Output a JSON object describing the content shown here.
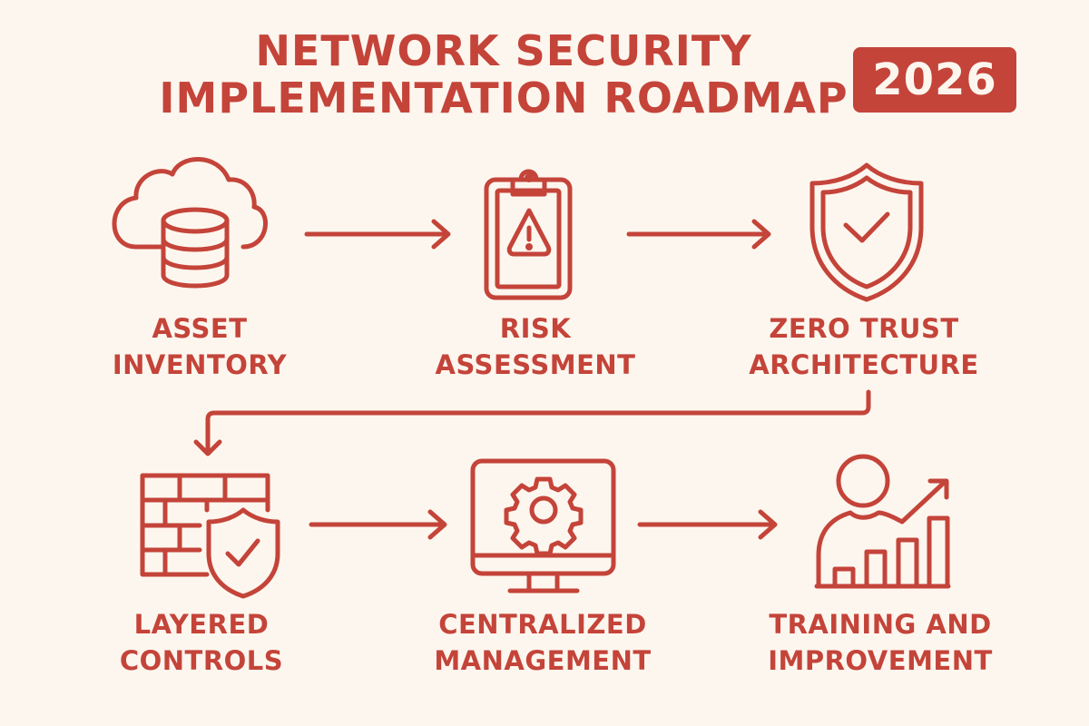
{
  "header": {
    "title_line1": "NETWORK SECURITY",
    "title_line2": "IMPLEMENTATION ROADMAP",
    "year_badge": "2026"
  },
  "colors": {
    "background": "#fdf6ee",
    "accent": "#c4443a",
    "badge_text": "#fdf6ee"
  },
  "steps": [
    {
      "icon": "cloud-database-icon",
      "line1": "ASSET",
      "line2": "INVENTORY"
    },
    {
      "icon": "clipboard-warning-icon",
      "line1": "RISK",
      "line2": "ASSESSMENT"
    },
    {
      "icon": "shield-check-icon",
      "line1": "ZERO TRUST",
      "line2": "ARCHITECTURE"
    },
    {
      "icon": "firewall-shield-icon",
      "line1": "LAYERED",
      "line2": "CONTROLS"
    },
    {
      "icon": "monitor-gear-icon",
      "line1": "CENTRALIZED",
      "line2": "MANAGEMENT"
    },
    {
      "icon": "person-growth-chart-icon",
      "line1": "TRAINING AND",
      "line2": "IMPROVEMENT"
    }
  ],
  "connectors": [
    {
      "from": "ASSET INVENTORY",
      "to": "RISK ASSESSMENT"
    },
    {
      "from": "RISK ASSESSMENT",
      "to": "ZERO TRUST ARCHITECTURE"
    },
    {
      "from": "ZERO TRUST ARCHITECTURE",
      "to": "LAYERED CONTROLS"
    },
    {
      "from": "LAYERED CONTROLS",
      "to": "CENTRALIZED MANAGEMENT"
    },
    {
      "from": "CENTRALIZED MANAGEMENT",
      "to": "TRAINING AND IMPROVEMENT"
    }
  ]
}
